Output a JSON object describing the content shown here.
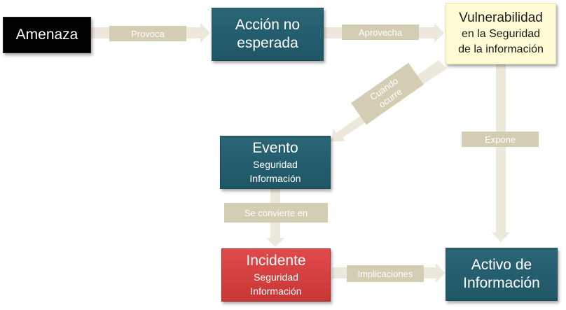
{
  "nodes": {
    "amenaza": {
      "main": "Amenaza"
    },
    "accion": {
      "line1": "Acción no",
      "line2": "esperada"
    },
    "vulnerabilidad": {
      "main": "Vulnerabilidad",
      "line2": "en la Seguridad",
      "line3": "de la información"
    },
    "evento": {
      "main": "Evento",
      "sub1": "Seguridad",
      "sub2": "Información"
    },
    "incidente": {
      "main": "Incidente",
      "sub1": "Seguridad",
      "sub2": "Información"
    },
    "activo": {
      "line1": "Activo de",
      "line2": "Información"
    }
  },
  "edges": {
    "provoca": "Provoca",
    "aprovecha": "Aprovecha",
    "cuando_line1": "Cuando",
    "cuando_line2": "ocurre",
    "expone": "Expone",
    "se_convierte": "Se convierte en",
    "implicaciones": "Implicaciones"
  },
  "colors": {
    "teal": "#215a6a",
    "black": "#000000",
    "red": "#d64040",
    "yellow": "#fffbd4",
    "arrow": "#ece8dc",
    "label": "#d3cdb3"
  }
}
